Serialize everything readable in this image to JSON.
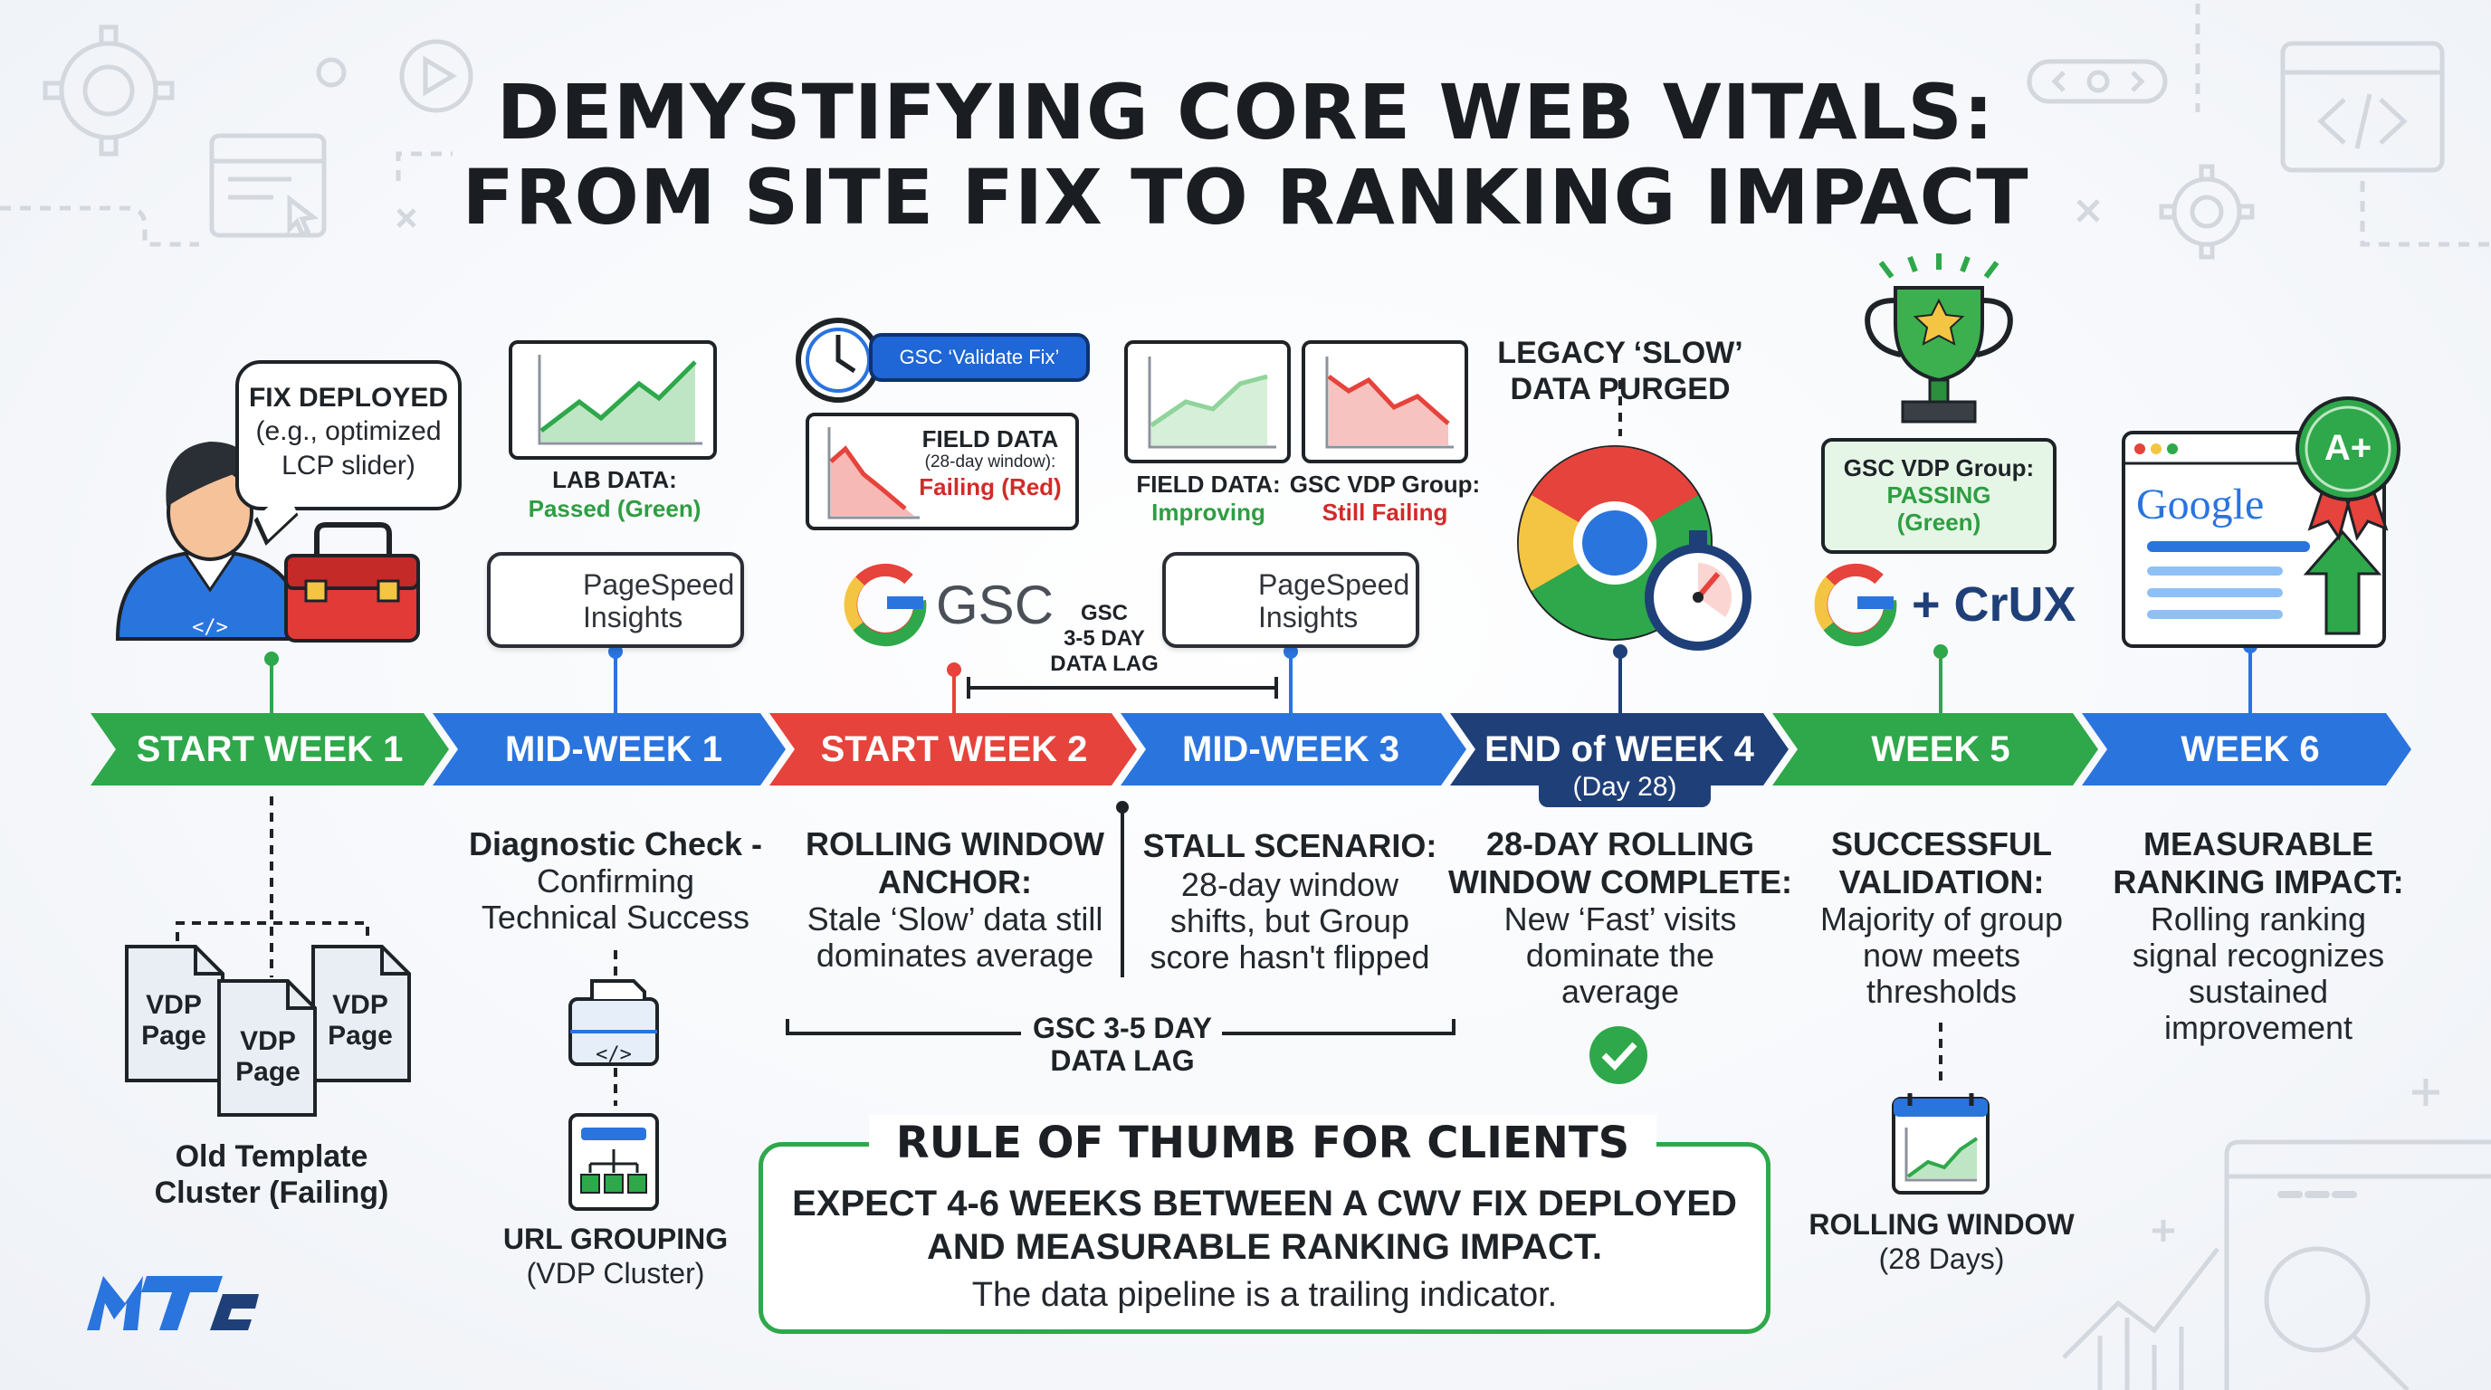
{
  "title": {
    "line1": "DEMYSTIFYING CORE WEB VITALS:",
    "line2": "FROM SITE FIX TO RANKING IMPACT"
  },
  "stages": [
    {
      "label": "START WEEK 1",
      "color": "#2ea84a"
    },
    {
      "label": "MID-WEEK 1",
      "color": "#2a74de"
    },
    {
      "label": "START WEEK 2",
      "color": "#e5433b"
    },
    {
      "label": "MID-WEEK 3",
      "color": "#2a74de"
    },
    {
      "label": "END of WEEK 4",
      "sub": "(Day 28)",
      "color": "#1f3f78"
    },
    {
      "label": "WEEK 5",
      "color": "#2ea84a"
    },
    {
      "label": "WEEK 6",
      "color": "#2a74de"
    }
  ],
  "top": {
    "fix_bubble": {
      "title": "FIX DEPLOYED",
      "line2": "(e.g., optimized",
      "line3": "LCP slider)"
    },
    "lab_data": {
      "label": "LAB DATA:",
      "status": "Passed (Green)"
    },
    "pagespeed": {
      "line1": "PageSpeed",
      "line2": "Insights"
    },
    "validate_fix": "GSC ‘Validate Fix’",
    "field_data_red": {
      "line1": "FIELD DATA",
      "line2": "(28-day window):",
      "line3": "Failing (Red)"
    },
    "gsc_label": "GSC",
    "lag_top": {
      "line1": "GSC",
      "line2": "3-5 DAY",
      "line3": "DATA LAG"
    },
    "field_improving": {
      "label": "FIELD DATA:",
      "status": "Improving"
    },
    "vdp_failing": {
      "label": "GSC VDP Group:",
      "status": "Still Failing"
    },
    "legacy": {
      "line1": "LEGACY ‘SLOW’",
      "line2": "DATA PURGED"
    },
    "passing": {
      "line1": "GSC VDP Group:",
      "line2": "PASSING",
      "line3": "(Green)"
    },
    "crux": "+ CrUX",
    "google": "Google",
    "grade": "A+"
  },
  "descriptions": [
    {
      "title": "Diagnostic Check -",
      "lines": [
        "Confirming",
        "Technical Success"
      ]
    },
    {
      "title": "ROLLING WINDOW",
      "title2": "ANCHOR:",
      "lines": [
        "Stale ‘Slow’ data still",
        "dominates average"
      ]
    },
    {
      "title": "STALL SCENARIO:",
      "lines": [
        "28-day window",
        "shifts, but Group",
        "score hasn't flipped"
      ]
    },
    {
      "title": "28-DAY ROLLING",
      "title2": "WINDOW COMPLETE:",
      "lines": [
        "New ‘Fast’ visits",
        "dominate the",
        "average"
      ]
    },
    {
      "title": "SUCCESSFUL",
      "title2": "VALIDATION:",
      "lines": [
        "Majority of group",
        "now meets",
        "thresholds"
      ]
    },
    {
      "title": "MEASURABLE",
      "title2": "RANKING IMPACT:",
      "lines": [
        "Rolling ranking",
        "signal recognizes",
        "sustained",
        "improvement"
      ]
    }
  ],
  "lag_bottom": {
    "line1": "GSC 3-5 DAY",
    "line2": "DATA LAG"
  },
  "vdp_pages": {
    "word1": "VDP",
    "word2": "Page"
  },
  "cluster": {
    "line1": "Old Template",
    "line2": "Cluster (Failing)"
  },
  "url_grouping": {
    "line1": "URL GROUPING",
    "line2": "(VDP Cluster)"
  },
  "rolling_window": {
    "line1": "ROLLING WINDOW",
    "line2": "(28 Days)"
  },
  "rule": {
    "title": "RULE OF THUMB FOR CLIENTS",
    "line1": "EXPECT 4-6 WEEKS BETWEEN A CWV FIX DEPLOYED",
    "line2": "AND MEASURABLE RANKING IMPACT.",
    "line3": "The data pipeline is a trailing indicator."
  },
  "colors": {
    "green": "#2ea84a",
    "blue": "#2a74de",
    "red": "#e5433b",
    "navy": "#1f3f78"
  }
}
